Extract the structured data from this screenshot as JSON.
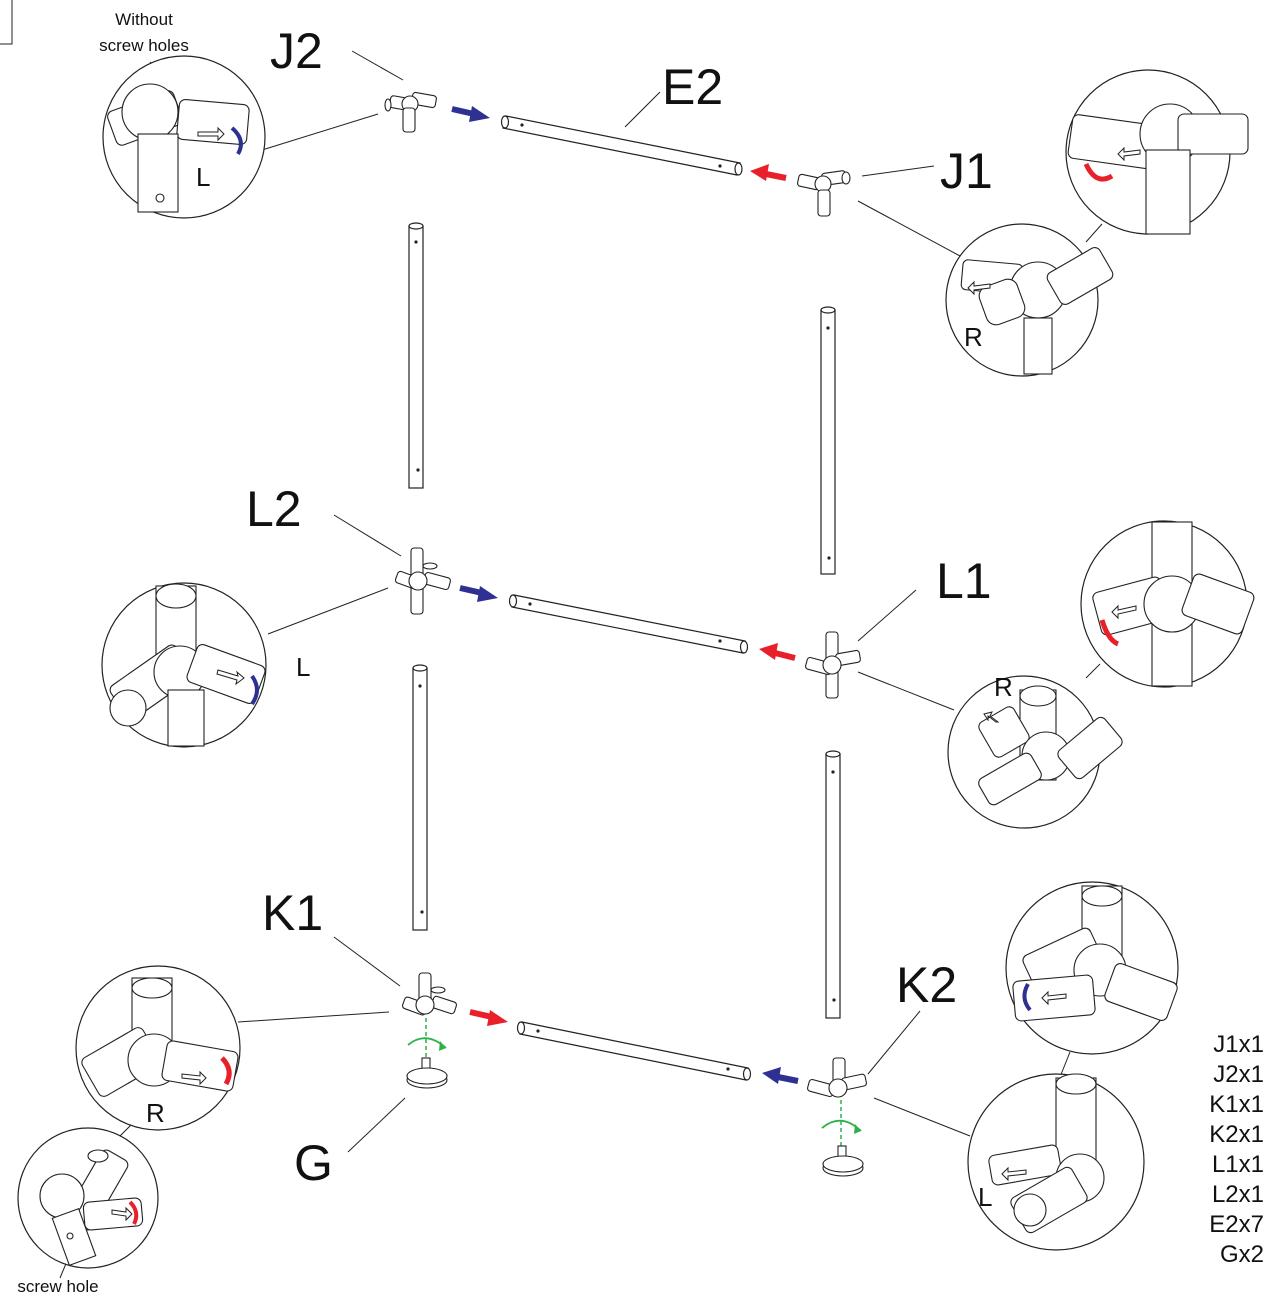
{
  "labels": {
    "j2": "J2",
    "e2": "E2",
    "j1": "J1",
    "l2": "L2",
    "l1": "L1",
    "k1": "K1",
    "k2": "K2",
    "g": "G"
  },
  "annotations": {
    "without_screw_holes_line1": "Without",
    "without_screw_holes_line2": "screw holes",
    "screw_hole": "screw hole",
    "detail_j2": "L",
    "detail_j1": "R",
    "detail_l2": "L",
    "detail_l1": "R",
    "detail_k1": "R",
    "detail_k2": "L"
  },
  "parts_list": [
    "J1x1",
    "J2x1",
    "K1x1",
    "K2x1",
    "L1x1",
    "L2x1",
    "E2x7",
    "Gx2"
  ],
  "colors": {
    "arrow_red": "#e8202a",
    "arrow_blue": "#2e3192",
    "rotate_green": "#2bb34a"
  }
}
